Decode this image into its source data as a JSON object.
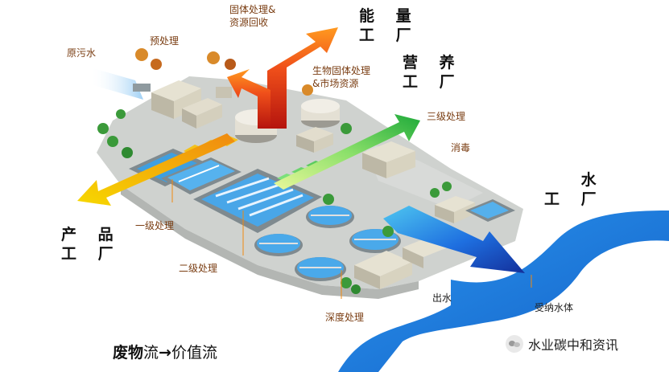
{
  "labels": {
    "raw_sewage": "原污水",
    "pretreatment": "预处理",
    "solid_treatment": "固体处理&\n资源回收",
    "bio_solids": "生物固体处理\n&市场资源",
    "tertiary": "三级处理",
    "disinfection": "消毒",
    "primary": "一级处理",
    "secondary": "二级处理",
    "advanced": "深度处理",
    "effluent": "出水",
    "receiving_water": "受纳水体"
  },
  "factories": {
    "energy": "能 量\n工 厂",
    "nutrient": "营 养\n工 厂",
    "water": "水\n工 厂",
    "product": "产 品\n工 厂"
  },
  "footer": {
    "waste": "废物",
    "flow1": "流",
    "arrow": "→",
    "value_flow": "价值流"
  },
  "watermark": "水业碳中和资讯",
  "colors": {
    "ground": "#c9ccc9",
    "water_body": "#1c7fe0",
    "energy_arrow_top": "#ff8a1a",
    "energy_arrow_bottom": "#c01a10",
    "product_arrow": "#f2b800",
    "nutrient_arrow": "#2ec24a",
    "water_arrow": "#1a4fc8"
  }
}
